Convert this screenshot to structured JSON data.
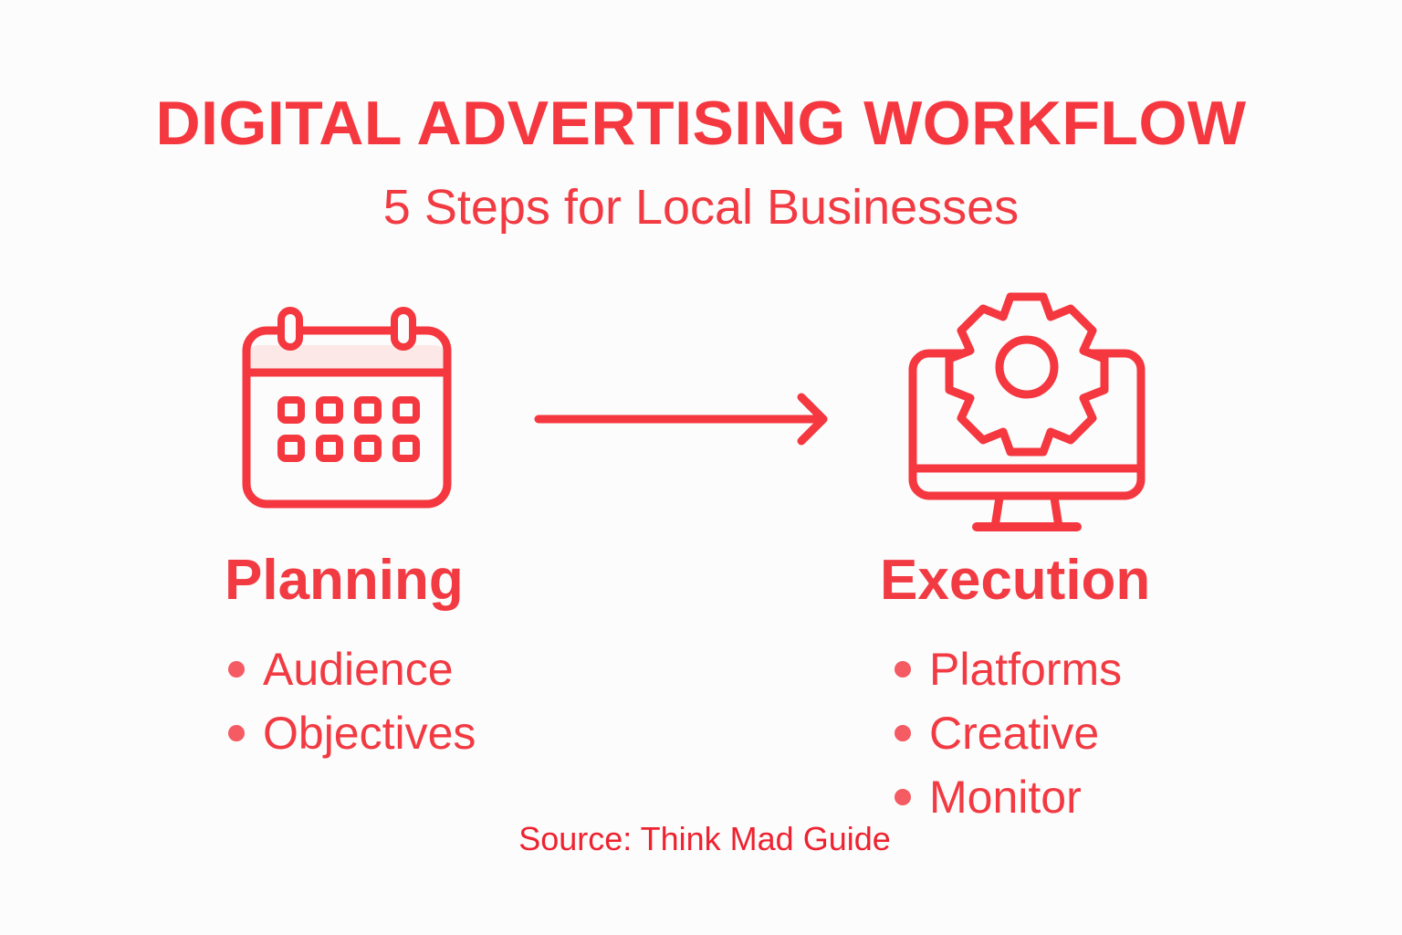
{
  "header": {
    "title": "DIGITAL ADVERTISING WORKFLOW",
    "subtitle": "5 Steps for Local Businesses"
  },
  "stages": [
    {
      "icon": "calendar-icon",
      "title": "Planning",
      "bullets": [
        "Audience",
        "Objectives"
      ]
    },
    {
      "icon": "computer-gear-icon",
      "title": "Execution",
      "bullets": [
        "Platforms",
        "Creative",
        "Monitor"
      ]
    }
  ],
  "connector": {
    "icon": "arrow-right-icon"
  },
  "footer": {
    "source": "Source: Think Mad Guide"
  },
  "colors": {
    "accent": "#f23a42",
    "accent_light": "#fde8e8",
    "background": "#fcfcfc"
  }
}
